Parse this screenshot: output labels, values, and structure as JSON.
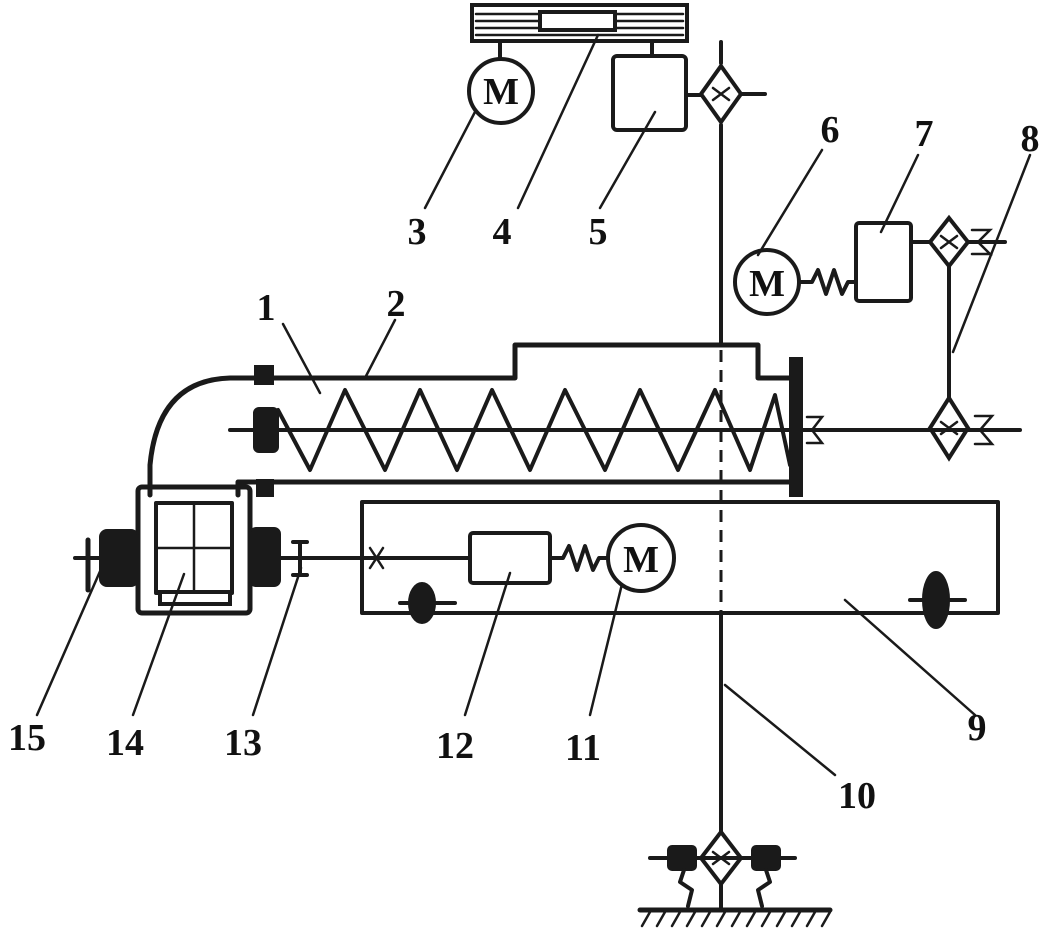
{
  "diagram": {
    "motor_symbol": "M",
    "callouts": [
      "1",
      "2",
      "3",
      "4",
      "5",
      "6",
      "7",
      "8",
      "9",
      "10",
      "11",
      "12",
      "13",
      "14",
      "15"
    ],
    "icons": {
      "motor": "circle-m-icon",
      "gearbox": "rect-icon",
      "sprocket": "diamond-icon",
      "spring_coupling": "zigzag-icon",
      "screw": "zigzag-helix-icon"
    }
  }
}
